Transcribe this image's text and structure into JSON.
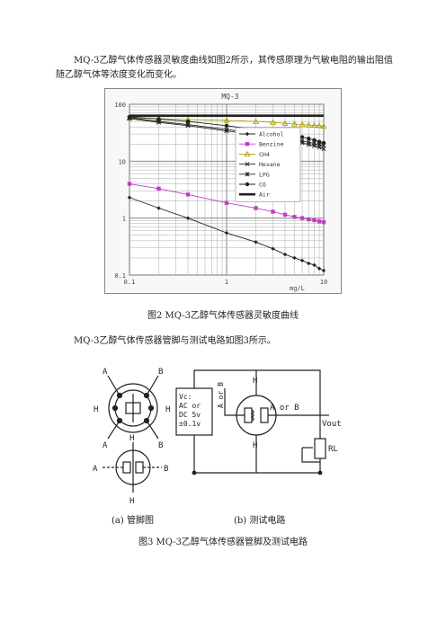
{
  "intro_text": "MQ-3乙醇气体传感器灵敏度曲线如图2所示，其传感原理为气敏电阻的输出阻值随乙醇气体等浓度变化而变化。",
  "figure2_caption": "图2 MQ-3乙醇气体传感器灵敏度曲线",
  "pin_text": "MQ-3乙醇气体传感器管脚与测试电路如图3所示。",
  "figure3_sub_a": "(a) 管脚图",
  "figure3_sub_b": "(b) 测试电路",
  "figure3_caption": "图3 MQ-3乙醇气体传感器管脚及测试电路",
  "colors": {
    "benzine": "#c040c0",
    "ch4": "#b0a000",
    "line": "#222222"
  },
  "chart_data": {
    "type": "line",
    "title": "MQ-3",
    "xscale": "log",
    "yscale": "log",
    "xlim": [
      0.1,
      10
    ],
    "ylim": [
      0.1,
      100
    ],
    "xticklabels": [
      "0.1",
      "1",
      "10"
    ],
    "yticklabels": [
      "100",
      "10",
      "1",
      "0.1"
    ],
    "xunit_label": "mg/L",
    "legend_position": "top-right",
    "x": [
      0.1,
      0.2,
      0.4,
      1,
      2,
      3,
      4,
      5,
      6,
      7,
      8,
      9,
      10
    ],
    "series": [
      {
        "name": "Alcohol",
        "marker": "diamond",
        "values": [
          2.3,
          1.5,
          1.0,
          0.55,
          0.38,
          0.29,
          0.23,
          0.2,
          0.18,
          0.16,
          0.15,
          0.13,
          0.12
        ]
      },
      {
        "name": "Benzine",
        "marker": "square",
        "values": [
          4.0,
          3.3,
          2.6,
          1.85,
          1.5,
          1.3,
          1.15,
          1.05,
          1.0,
          0.95,
          0.92,
          0.88,
          0.85
        ]
      },
      {
        "name": "CH4",
        "marker": "triangle",
        "values": [
          58,
          56,
          54,
          52,
          50,
          48,
          46,
          45,
          44,
          43,
          42.5,
          42,
          41
        ]
      },
      {
        "name": "Hexane",
        "marker": "x",
        "values": [
          56,
          48,
          42,
          34,
          29,
          27,
          25,
          23,
          21,
          19.5,
          18.5,
          17.5,
          16.5
        ]
      },
      {
        "name": "LPG",
        "marker": "star",
        "values": [
          58,
          50,
          44,
          36,
          31,
          28,
          26,
          24,
          22.5,
          21.5,
          20.5,
          19.5,
          19
        ]
      },
      {
        "name": "CO",
        "marker": "circle",
        "values": [
          60,
          55,
          50,
          42,
          36,
          33,
          30,
          28,
          26.5,
          25,
          23.5,
          22,
          21
        ]
      },
      {
        "name": "Air",
        "marker": "none",
        "values": [
          63,
          63,
          63,
          63,
          63,
          63,
          63,
          63,
          63,
          63,
          63,
          63,
          63
        ]
      }
    ]
  },
  "pin_diagram": {
    "labels": [
      "A",
      "B",
      "H",
      "H",
      "A",
      "B",
      "H",
      "A",
      "B",
      "H"
    ]
  },
  "circuit": {
    "supply_lines": [
      "Vc:",
      "AC or",
      "DC 5v",
      "±0.1v"
    ],
    "supply_side_label": "A or B",
    "right_label": "A or B",
    "top_label": "H",
    "bottom_label": "H",
    "vout_label": "Vout",
    "load_label": "RL"
  }
}
